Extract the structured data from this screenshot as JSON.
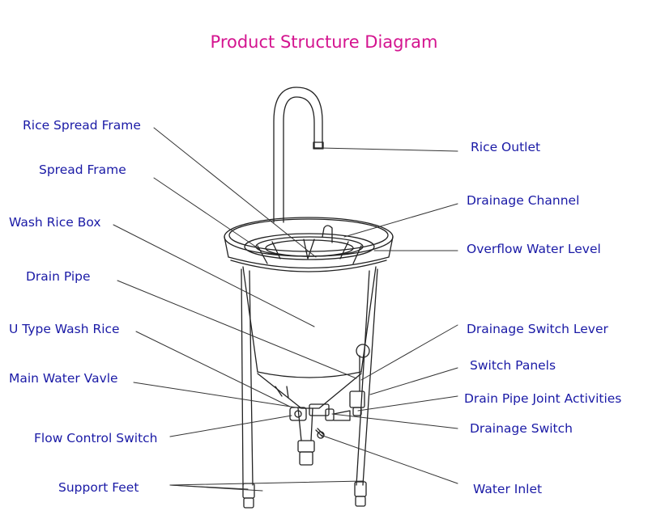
{
  "title": "Product Structure Diagram",
  "colors": {
    "title": "#d4148f",
    "label": "#1a1aa6",
    "drawing": "#222222",
    "leader": "#333333"
  },
  "labels": {
    "rice_spread_frame": "Rice Spread Frame",
    "spread_frame": "Spread Frame",
    "wash_rice_box": "Wash Rice Box",
    "drain_pipe": "Drain Pipe",
    "u_type_wash_rice": "U Type Wash Rice",
    "main_water_valve": "Main Water Vavle",
    "flow_control_switch": "Flow Control Switch",
    "support_feet": "Support Feet",
    "rice_outlet": "Rice Outlet",
    "drainage_channel": "Drainage Channel",
    "overflow_water_level": "Overflow Water Level",
    "drainage_switch_lever": "Drainage Switch Lever",
    "switch_panels": "Switch Panels",
    "drain_pipe_joint_activities": "Drain Pipe Joint Activities",
    "drainage_switch": "Drainage Switch",
    "water_inlet": "Water Inlet"
  }
}
